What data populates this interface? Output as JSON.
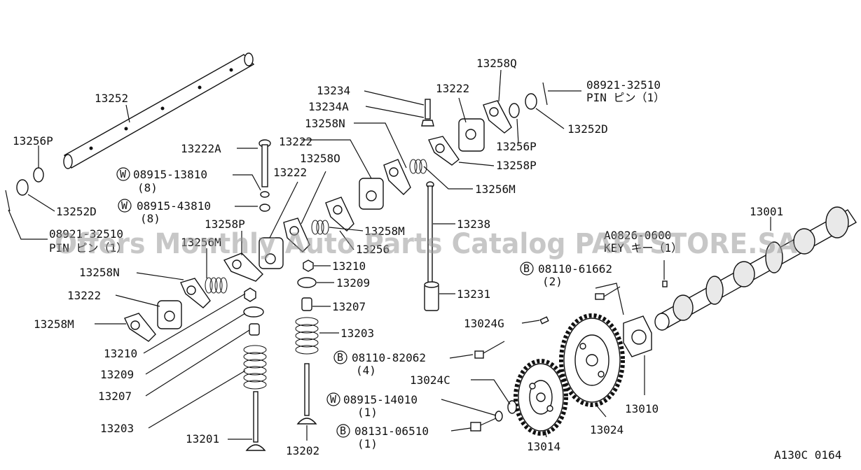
{
  "watermark": "Offers Monthly Auto Parts Catalog PARTSTORE.SA",
  "diagram_code": "A130C 0164",
  "labels": {
    "p13252": "13252",
    "p13256P_l": "13256P",
    "p13252D_l": "13252D",
    "pin_l_num": "08921-32510",
    "pin_l_txt": "PIN ピン（1）",
    "p13222A": "13222A",
    "w1_num": "08915-13810",
    "w1_qty": "(8)",
    "w2_num": "08915-43810",
    "w2_qty": "(8)",
    "p13222_a": "13222",
    "p13222_b": "13222",
    "p13222_c": "13222",
    "p13222_d": "13222",
    "p13258O": "13258O",
    "p13258P_l": "13258P",
    "p13256M_l": "13256M",
    "p13258N_l": "13258N",
    "p13258M_l": "13258M",
    "p13210_l": "13210",
    "p13209_l": "13209",
    "p13207_l": "13207",
    "p13203_l": "13203",
    "p13201": "13201",
    "p13234": "13234",
    "p13234A": "13234A",
    "p13258N_r": "13258N",
    "p13258Q": "13258Q",
    "pin_r_num": "08921-32510",
    "pin_r_txt": "PIN ピン（1）",
    "p13252D_r": "13252D",
    "p13256P_r": "13256P",
    "p13258P_r": "13258P",
    "p13256M_r": "13256M",
    "p13258M_c": "13258M",
    "p13256_c": "13256",
    "p13238": "13238",
    "p13210_c": "13210",
    "p13209_c": "13209",
    "p13207_c": "13207",
    "p13203_c": "13203",
    "p13231": "13231",
    "p13202": "13202",
    "p13001": "13001",
    "key_num": "A0826-0600",
    "key_txt": "KEY キー（1）",
    "b1_num": "08110-61662",
    "b1_qty": "(2)",
    "p13024G": "13024G",
    "b2_num": "08110-82062",
    "b2_qty": "(4)",
    "p13024C": "13024C",
    "w3_num": "08915-14010",
    "w3_qty": "(1)",
    "b3_num": "08131-06510",
    "b3_qty": "(1)",
    "p13010": "13010",
    "p13024": "13024",
    "p13014": "13014"
  },
  "markers": {
    "washer": "W",
    "bolt": "B"
  }
}
